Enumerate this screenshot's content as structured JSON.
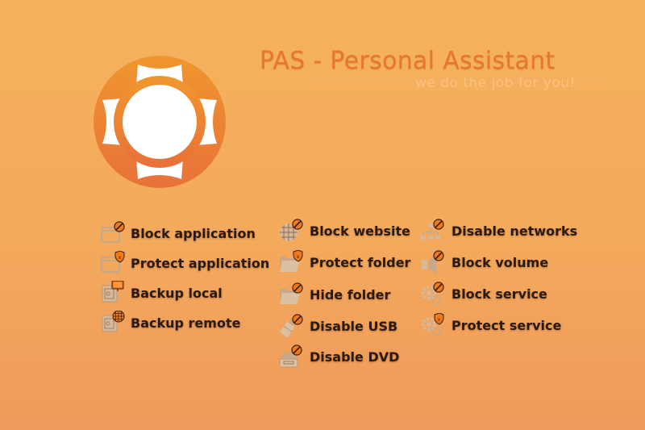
{
  "header": {
    "title": "PAS - Personal Assistant",
    "tagline": "we do the job for you!"
  },
  "logo": {
    "icon": "lifebuoy-icon",
    "color": "#ed8a34",
    "inner_color": "#ffffff"
  },
  "colors": {
    "background_top": "#f5b25e",
    "background_bottom": "#ef995a",
    "title": "#e8772e",
    "label": "#2a1a10",
    "icon_base": "#d8b89a",
    "badge": "#f07a1a"
  },
  "features": {
    "column1": [
      {
        "label": "Block application",
        "icon": "window-block-icon"
      },
      {
        "label": "Protect application",
        "icon": "window-shield-icon"
      },
      {
        "label": "Backup local",
        "icon": "safe-monitor-icon"
      },
      {
        "label": "Backup remote",
        "icon": "safe-globe-icon"
      }
    ],
    "column2": [
      {
        "label": "Block website",
        "icon": "globe-block-icon"
      },
      {
        "label": "Protect folder",
        "icon": "folder-shield-icon"
      },
      {
        "label": "Hide folder",
        "icon": "folder-block-icon"
      },
      {
        "label": "Disable USB",
        "icon": "usb-block-icon"
      },
      {
        "label": "Disable DVD",
        "icon": "dvd-block-icon"
      }
    ],
    "column3": [
      {
        "label": "Disable networks",
        "icon": "network-block-icon"
      },
      {
        "label": "Block volume",
        "icon": "speaker-block-icon"
      },
      {
        "label": "Block service",
        "icon": "gears-block-icon"
      },
      {
        "label": "Protect service",
        "icon": "gears-shield-icon"
      }
    ]
  }
}
